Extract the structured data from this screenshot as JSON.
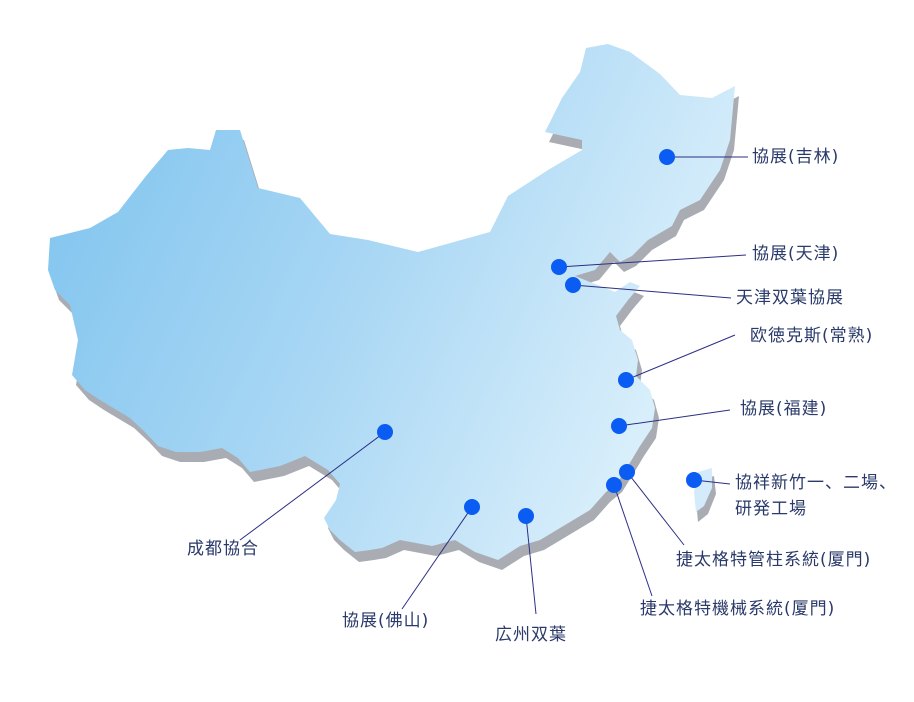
{
  "locations": [
    {
      "id": "jilin",
      "label": "協展(吉林)"
    },
    {
      "id": "tianjin",
      "label": "協展(天津)"
    },
    {
      "id": "tianjin-sy",
      "label": "天津双葉協展"
    },
    {
      "id": "changshu",
      "label": "欧徳克斯(常熟)"
    },
    {
      "id": "fujian",
      "label": "協展(福建)"
    },
    {
      "id": "hsinchu",
      "line1": "協祥新竹一、二場、",
      "line2": "研発工場"
    },
    {
      "id": "xiamen-pipe",
      "label": "捷太格特管柱系統(厦門)"
    },
    {
      "id": "xiamen-mach",
      "label": "捷太格特機械系統(厦門)"
    },
    {
      "id": "chengdu",
      "label": "成都協合"
    },
    {
      "id": "foshan",
      "label": "協展(佛山)"
    },
    {
      "id": "guangzhou",
      "label": "広州双葉"
    }
  ],
  "colors": {
    "land_start": "#7cc2ee",
    "land_end": "#d3ebfa",
    "shadow": "#a9adb3",
    "marker": "#0a5cf2",
    "leader": "#2b2f85",
    "text": "#2a3a6a"
  }
}
